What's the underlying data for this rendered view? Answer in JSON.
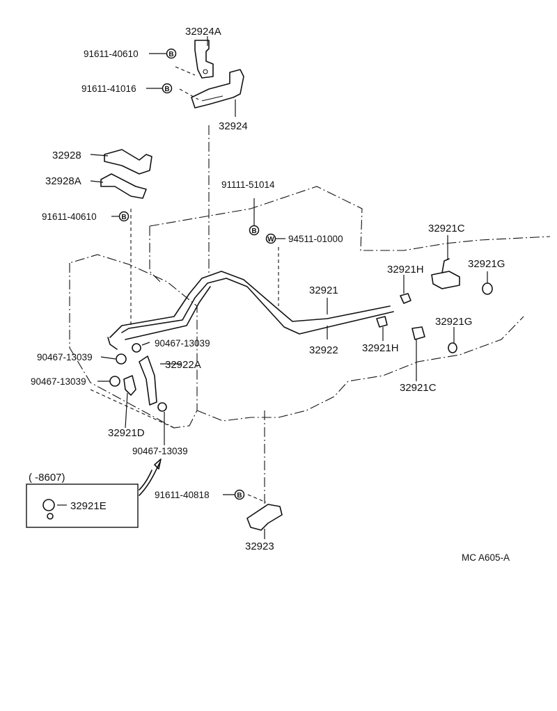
{
  "diagram": {
    "code": "MC  A605-A",
    "symbols": {
      "bolt": "B",
      "washer": "W"
    },
    "inset": {
      "range": "(       -8607)"
    },
    "labels": {
      "p32924A": "32924A",
      "p32924": "32924",
      "p32928": "32928",
      "p32928A": "32928A",
      "p32921": "32921",
      "p32922": "32922",
      "p32922A": "32922A",
      "p32921C_top": "32921C",
      "p32921C_bot": "32921C",
      "p32921H_top": "32921H",
      "p32921H_bot": "32921H",
      "p32921G_top": "32921G",
      "p32921G_bot": "32921G",
      "p32921D": "32921D",
      "p32921E": "32921E",
      "p32923": "32923",
      "b91611_40610_top": "91611-40610",
      "b91611_41016": "91611-41016",
      "b91611_40610_mid": "91611-40610",
      "b91111_51014": "91111-51014",
      "w94511_01000": "94511-01000",
      "c90467_13039_a": "90467-13039",
      "c90467_13039_b": "90467-13039",
      "c90467_13039_c": "90467-13039",
      "c90467_13039_d": "90467-13039",
      "b91611_40818": "91611-40818"
    }
  }
}
